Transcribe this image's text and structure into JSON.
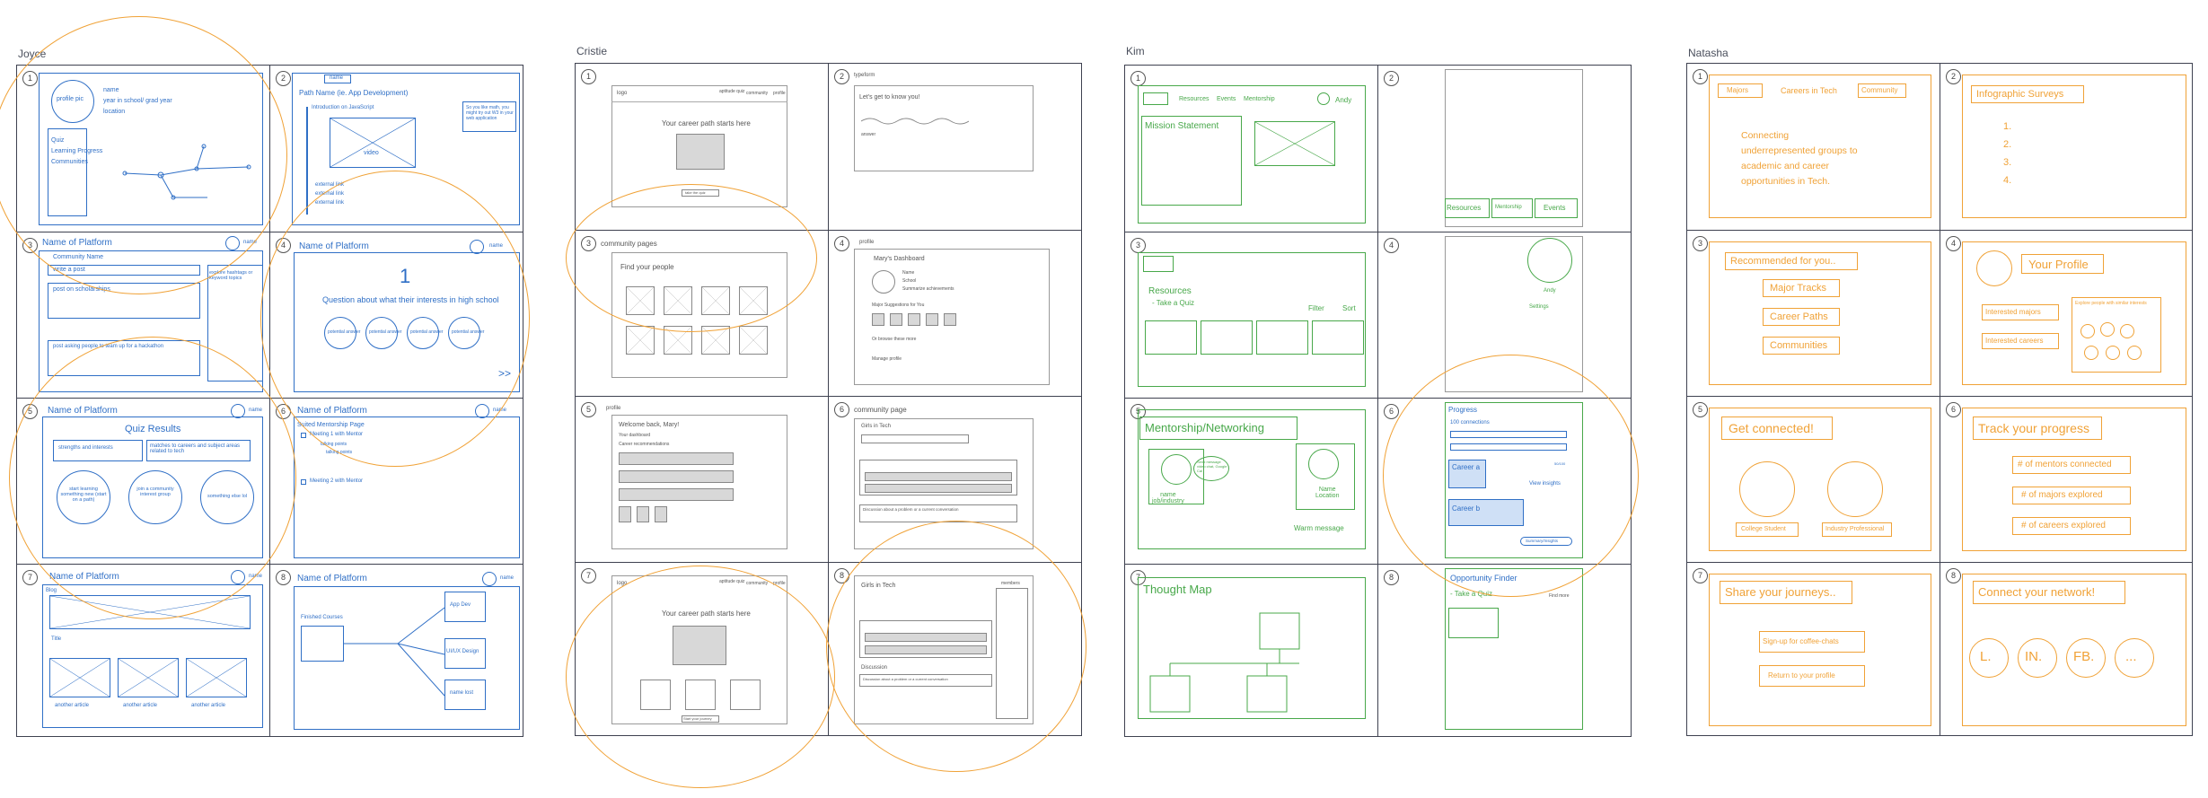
{
  "designers": [
    "Joyce",
    "Cristie",
    "Kim",
    "Natasha"
  ],
  "joyce": {
    "c1": {
      "profile_pic": "profile pic",
      "name": "name",
      "year": "year in school/ grad year",
      "location": "location",
      "menu": [
        "Quiz",
        "Learning Progress",
        "Communities"
      ]
    },
    "c2": {
      "header": "name",
      "path": "Path Name (ie. App Development)",
      "intro": "Introduction on JavaScript",
      "note": "So you like math, you might try out W3 in your web application",
      "video": "video",
      "links": [
        "external link",
        "external link",
        "external link"
      ]
    },
    "c3": {
      "title": "Name of Platform",
      "avatar": "name",
      "community": "Community Name",
      "write_post": "write a post",
      "post1": "post on scholarships",
      "side": "explore hashtags or keyword topics",
      "post2": "post asking people to team up for a hackathon"
    },
    "c4": {
      "title": "Name of Platform",
      "avatar": "name",
      "number": "1",
      "question": "Question about what their interests in high school",
      "answer": "potential answer",
      "next": ">>"
    },
    "c5": {
      "title": "Name of Platform",
      "avatar": "name",
      "heading": "Quiz Results",
      "box1": "strengths and interests",
      "box2": "matches to careers and subject areas related to tech",
      "circ1": "start learning something new (start on a path)",
      "circ2": "join a community interest group",
      "circ3": "something else lol"
    },
    "c6": {
      "title": "Name of Platform",
      "avatar": "name",
      "page": "Suited Mentorship Page",
      "m1": "Meeting 1 with Mentor",
      "sub1": "talking points",
      "sub2": "talking points",
      "m2": "Meeting 2 with Mentor"
    },
    "c7": {
      "title": "Name of Platform",
      "avatar": "name",
      "blog": "Blog",
      "title_label": "Title",
      "article": "another article"
    },
    "c8": {
      "title": "Name of Platform",
      "avatar": "name",
      "finished": "Finished Courses",
      "b1": "App Dev",
      "b2": "UI/UX Design",
      "b3": "name lost"
    }
  },
  "cristie": {
    "c1": {
      "logo": "logo",
      "nav": [
        "aptitude quiz",
        "community",
        "profile"
      ],
      "headline": "Your career path starts here",
      "btn": "take the quiz"
    },
    "c2": {
      "label": "typeform",
      "greeting": "Let's get to know you!",
      "answer": "answer"
    },
    "c3": {
      "label": "community pages",
      "heading": "Find your people"
    },
    "c4": {
      "label": "profile",
      "dashboard": "Mary's Dashboard",
      "name": "Name",
      "school": "School",
      "summary": "Summarize achievements",
      "suggest": "Major Suggestions for You",
      "list": "Or browse these more",
      "more": "Manage profile"
    },
    "c5": {
      "label": "profile",
      "welcome": "Welcome back, Mary!",
      "sub1": "Your dashboard",
      "sub2": "Career recommendations"
    },
    "c6": {
      "label": "community page",
      "group": "Girls in Tech",
      "discussion": "Discussion about a problem or a current conversation"
    },
    "c7": {
      "logo": "logo",
      "nav": [
        "aptitude quiz",
        "community",
        "profile"
      ],
      "headline": "Your career path starts here",
      "btn": "Start your journey"
    },
    "c8": {
      "group": "Girls in Tech",
      "members": "members",
      "discussion": "Discussion",
      "disc2": "Discussion about a problem or a current conversation"
    }
  },
  "kim": {
    "c1": {
      "nav": [
        "Resources",
        "Events",
        "Mentorship"
      ],
      "user": "Andy",
      "mission": "Mission Statement"
    },
    "c2": {
      "b1": "Resources",
      "b2": "Mentorship",
      "b3": "Events"
    },
    "c3": {
      "title": "Resources",
      "quiz": "- Take a Quiz",
      "filter": "Filter",
      "sort": "Sort"
    },
    "c4": {
      "name": "Andy",
      "settings": "Settings"
    },
    "c5": {
      "title": "Mentorship/Networking",
      "left": "name\njob/industry",
      "bubble": "Send message video chat, Google Cal",
      "right": "Name\nLocation",
      "warm": "Warm message"
    },
    "c6": {
      "progress": "Progress",
      "connections": "100 connections",
      "career_a": "Career a",
      "career_b": "Career b",
      "view": "View insights",
      "btn": "Summary/Insights",
      "small": "50/100"
    },
    "c7": {
      "title": "Thought Map"
    },
    "c8": {
      "title": "Opportunity Finder",
      "quiz": "- Take a Quiz",
      "find": "Find more"
    }
  },
  "natasha": {
    "c1": {
      "tabs": [
        "Majors",
        "Careers in Tech",
        "Community"
      ],
      "text": "Connecting\nunderrepresented groups to\nacademic and career\nopportunities in Tech."
    },
    "c2": {
      "title": "Infographic Surveys",
      "items": [
        "1.",
        "2.",
        "3.",
        "4."
      ]
    },
    "c3": {
      "title": "Recommended for you..",
      "items": [
        "Major Tracks",
        "Career Paths",
        "Communities"
      ]
    },
    "c4": {
      "title": "Your Profile",
      "b1": "Interested majors",
      "b2": "Interested careers",
      "explore": "Explore people with similar interests"
    },
    "c5": {
      "title": "Get connected!",
      "l1": "College Student",
      "l2": "Industry Professional"
    },
    "c6": {
      "title": "Track your progress",
      "items": [
        "# of mentors connected",
        "# of majors explored",
        "# of careers explored"
      ]
    },
    "c7": {
      "title": "Share your journeys..",
      "b1": "Sign-up for coffee-chats",
      "b2": "Return to your profile"
    },
    "c8": {
      "title": "Connect your network!",
      "circles": [
        "L.",
        "IN.",
        "FB.",
        "..."
      ]
    }
  },
  "colors": {
    "joyce": "#2f6fc6",
    "kim": "#48a84a",
    "natasha": "#f0a237",
    "ring": "#f0a237",
    "frame": "#3e4150"
  }
}
